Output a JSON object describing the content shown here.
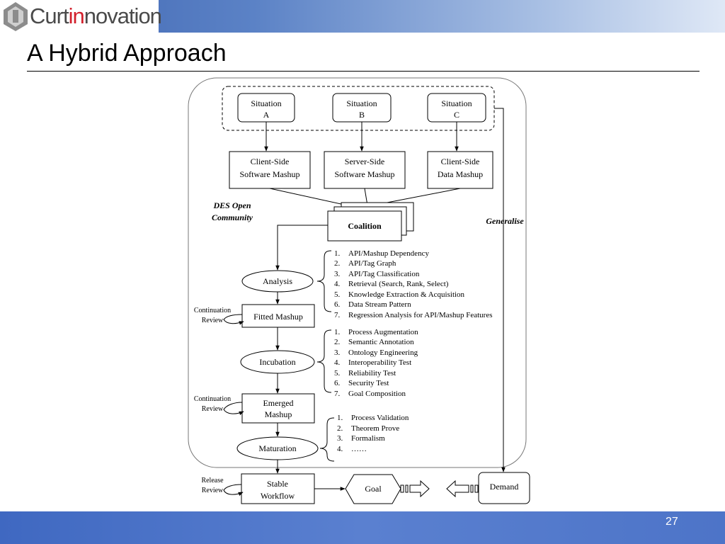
{
  "logo": {
    "text_pre": "Curt",
    "text_hl": "in",
    "text_post": "novation"
  },
  "title": "A Hybrid Approach",
  "page_number": "27",
  "diagram": {
    "situations": [
      {
        "line1": "Situation",
        "line2": "A"
      },
      {
        "line1": "Situation",
        "line2": "B"
      },
      {
        "line1": "Situation",
        "line2": "C"
      }
    ],
    "mashups": [
      {
        "line1": "Client-Side",
        "line2": "Software Mashup"
      },
      {
        "line1": "Server-Side",
        "line2": "Software Mashup"
      },
      {
        "line1": "Client-Side",
        "line2": "Data Mashup"
      }
    ],
    "community": {
      "line1": "DES Open",
      "line2": "Community"
    },
    "coalition": "Coalition",
    "generalise": "Generalise",
    "analysis": "Analysis",
    "fitted_mashup": "Fitted Mashup",
    "incubation": "Incubation",
    "emerged_mashup": {
      "line1": "Emerged",
      "line2": "Mashup"
    },
    "maturation": "Maturation",
    "stable_workflow": {
      "line1": "Stable",
      "line2": "Workflow"
    },
    "goal": "Goal",
    "demand": "Demand",
    "reviews": [
      {
        "line1": "Continuation",
        "line2": "Review"
      },
      {
        "line1": "Continuation",
        "line2": "Review"
      },
      {
        "line1": "Release",
        "line2": "Review"
      }
    ],
    "analysis_list": [
      {
        "num": "1.",
        "text": "API/Mashup Dependency"
      },
      {
        "num": "2.",
        "text": "API/Tag Graph"
      },
      {
        "num": "3.",
        "text": "API/Tag Classification"
      },
      {
        "num": "4.",
        "text": "Retrieval (Search, Rank, Select)"
      },
      {
        "num": "5.",
        "text": "Knowledge Extraction & Acquisition"
      },
      {
        "num": "6.",
        "text": "Data Stream Pattern"
      },
      {
        "num": "7.",
        "text": "Regression Analysis for API/Mashup Features"
      }
    ],
    "incubation_list": [
      {
        "num": "1.",
        "text": "Process Augmentation"
      },
      {
        "num": "2.",
        "text": "Semantic Annotation"
      },
      {
        "num": "3.",
        "text": "Ontology Engineering"
      },
      {
        "num": "4.",
        "text": "Interoperability Test"
      },
      {
        "num": "5.",
        "text": "Reliability Test"
      },
      {
        "num": "6.",
        "text": "Security Test"
      },
      {
        "num": "7.",
        "text": "Goal Composition"
      }
    ],
    "maturation_list": [
      {
        "num": "1.",
        "text": "Process Validation"
      },
      {
        "num": "2.",
        "text": "Theorem Prove"
      },
      {
        "num": "3.",
        "text": "Formalism"
      },
      {
        "num": "4.",
        "text": "……"
      }
    ]
  }
}
